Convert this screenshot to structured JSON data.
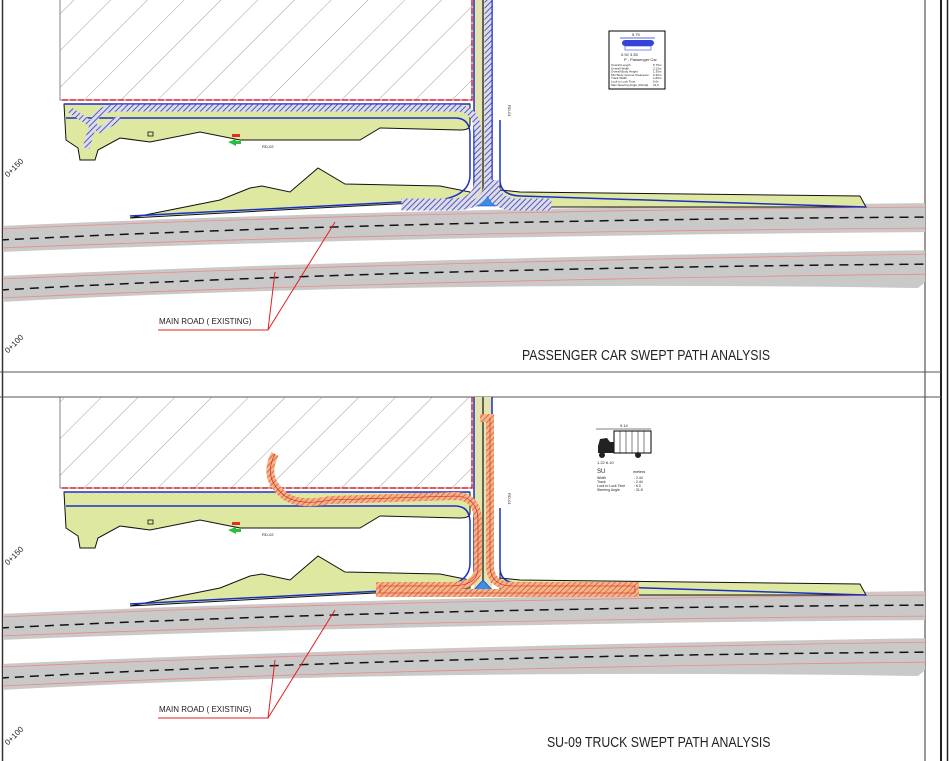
{
  "panels": [
    {
      "title": "PASSENGER CAR SWEPT PATH ANALYSIS",
      "road_label": "MAIN ROAD ( EXISTING)",
      "station_top": "0+150",
      "station_bottom": "0+100",
      "road_tag_left": "RD-02",
      "road_tag_right": "RD-01",
      "vehicle": {
        "name": "P - Passenger Car",
        "length_dim": "5.79",
        "axle_dims": "0.92  3.35",
        "specs": [
          "Overall Length",
          "Overall Width",
          "Overall Body Height",
          "Min Body Ground Clearance",
          "Track Width",
          "Lock to Lock Time",
          "Max Steering Angle (Virtual)"
        ],
        "values": [
          "5.79m",
          "2.13m",
          "1.30m",
          "0.30m",
          "1.83m",
          "6.0s",
          "31.6"
        ]
      },
      "swept_path_color": "#5a5ab4",
      "path_type": "passenger-car"
    },
    {
      "title": "SU-09 TRUCK SWEPT PATH ANALYSIS",
      "road_label": "MAIN ROAD ( EXISTING)",
      "station_top": "0+150",
      "station_bottom": "0+100",
      "road_tag_left": "RD-02",
      "road_tag_right": "RD-01",
      "vehicle": {
        "name": "SU",
        "units": "meters",
        "length_dim": "9.14",
        "axle_dims": "1.22   6.10",
        "specs": [
          "Width",
          "Track",
          "Lock to Lock Time",
          "Steering Angle"
        ],
        "values": ": 2.44",
        "values_list": [
          ": 2.44",
          ": 2.44",
          ": 6.0",
          ": 31.8"
        ]
      },
      "swept_path_color": "#e8703a",
      "path_type": "truck"
    }
  ],
  "colors": {
    "landscape": "#dfe8a0",
    "road_gray": "#c9c9c9",
    "curb_blue": "#1a2fc8",
    "property_red": "#e02020"
  }
}
